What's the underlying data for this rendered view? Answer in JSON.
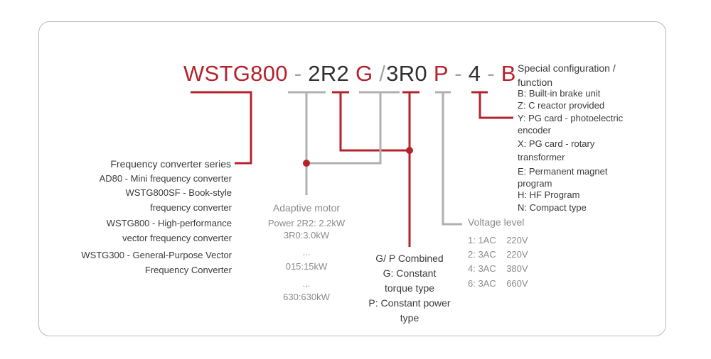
{
  "code": {
    "series": "WSTG800",
    "sep1": "-",
    "power": "2R2",
    "type": "G",
    "slash": "/",
    "power2": "3R0",
    "type2": "P",
    "sep2": "-",
    "voltage": "4",
    "sep3": "-",
    "config": "B"
  },
  "series_block": {
    "title": "Frequency converter series",
    "items": [
      "AD80 - Mini frequency converter",
      "WSTG800SF - Book-style",
      "frequency converter",
      "WSTG800 - High-performance",
      "vector frequency converter",
      "WSTG300 - General-Purpose Vector",
      "Frequency Converter"
    ]
  },
  "motor_block": {
    "title": "Adaptive motor",
    "items": [
      "Power 2R2: 2.2kW",
      "3R0:3.0kW",
      "...",
      "015:15kW",
      "...",
      "630:630kW"
    ]
  },
  "type_block": {
    "title": "G/ P Combined",
    "items": [
      "G: Constant",
      "torque type",
      "P: Constant power",
      "type"
    ]
  },
  "voltage_block": {
    "title": "Voltage level",
    "items": [
      "1: 1AC    220V",
      "2: 3AC    220V",
      "4: 3AC    380V",
      "6: 3AC    660V"
    ]
  },
  "config_block": {
    "title_1": "Special configuration /",
    "title_2": "function",
    "items": [
      "B: Built-in brake unit",
      "Z: C reactor provided",
      "Y: PG card - photoelectric",
      "encoder",
      "X: PG card - rotary",
      "transformer",
      "E: Permanent magnet",
      "program",
      "H: HF Program",
      "N: Compact type"
    ]
  },
  "colors": {
    "accent_red": "#b5222c",
    "wire_grey": "#b0b0b0",
    "text_dark": "#2f2f2f"
  }
}
